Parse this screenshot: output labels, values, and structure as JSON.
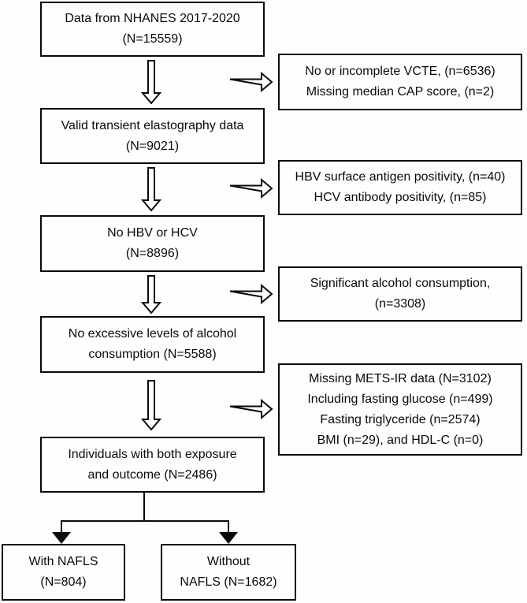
{
  "flowchart": {
    "main_boxes": [
      {
        "lines": [
          "Data from NHANES 2017-2020",
          "(N=15559)"
        ]
      },
      {
        "lines": [
          "Valid transient elastography data",
          "(N=9021)"
        ]
      },
      {
        "lines": [
          "No HBV or HCV",
          "(N=8896)"
        ]
      },
      {
        "lines": [
          "No excessive levels of alcohol",
          "consumption (N=5588)"
        ]
      },
      {
        "lines": [
          "Individuals with both exposure",
          "and outcome (N=2486)"
        ]
      }
    ],
    "exclusion_boxes": [
      {
        "lines": [
          "No or incomplete VCTE, (n=6536)",
          "Missing median CAP score, (n=2)"
        ]
      },
      {
        "lines": [
          "HBV surface antigen positivity, (n=40)",
          "HCV antibody positivity, (n=85)"
        ]
      },
      {
        "lines": [
          "Significant alcohol consumption,",
          "(n=3308)"
        ]
      },
      {
        "lines": [
          "Missing METS-IR data (N=3102)",
          "Including fasting glucose (n=499)",
          "Fasting triglyceride (n=2574)",
          "BMI (n=29), and HDL-C (n=0)"
        ]
      }
    ],
    "outcome_boxes": [
      {
        "lines": [
          "With NAFLS",
          "(N=804)"
        ]
      },
      {
        "lines": [
          "Without",
          "NAFLS (N=1682)"
        ]
      }
    ],
    "colors": {
      "border": "#0a0a0a",
      "text": "#0a0a0a",
      "background": "#fefefe"
    }
  }
}
